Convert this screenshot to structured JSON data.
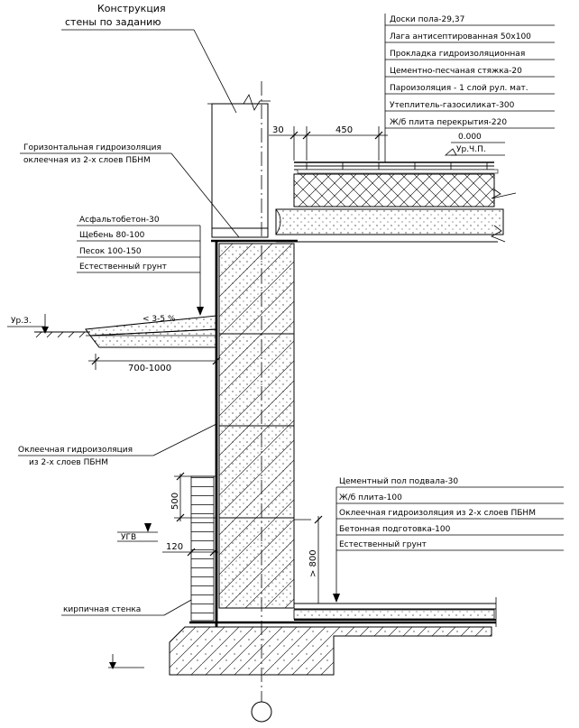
{
  "wall_title": {
    "line1": "Конструкция",
    "line2": "стены по заданию"
  },
  "floor_layers": [
    "Доски пола-29,37",
    "Лага антисептированная 50х100",
    "Прокладка гидроизоляционная",
    "Цементно-песчаная стяжка-20",
    "Пароизоляция - 1 слой рул. мат.",
    "Утеплитель-газосиликат-300",
    "Ж/б плита перекрытия-220"
  ],
  "horizontal_waterproofing": {
    "line1": "Горизонтальная гидроизоляция",
    "line2": "оклеечная из 2-х слоев ПБНМ"
  },
  "blind_area_layers": [
    "Асфальтобетон-30",
    "Щебень 80-100",
    "Песок 100-150",
    "Естественный грунт"
  ],
  "glued_waterproofing": {
    "line1": "Оклеечная гидроизоляция",
    "line2": "из 2-х слоев ПБНМ"
  },
  "basement_floor_layers": [
    "Цементный пол подвала-30",
    "Ж/б плита-100",
    "Оклеечная гидроизоляция из 2-х слоев ПБНМ",
    "Бетонная подготовка-100",
    "Естественный грунт"
  ],
  "brick_wall_label": "кирпичная стенка",
  "levels": {
    "ground": "Ур.З.",
    "groundwater": "УГВ",
    "floor_level": "Ур.Ч.П.",
    "floor_mark": "0.000"
  },
  "dimensions": {
    "offset_30": "30",
    "lag_spacing_450": "450",
    "blind_width": "700-1000",
    "slope": "< 3-5 %",
    "block_500": "500",
    "brick_120": "120",
    "depth_800": "> 800"
  }
}
